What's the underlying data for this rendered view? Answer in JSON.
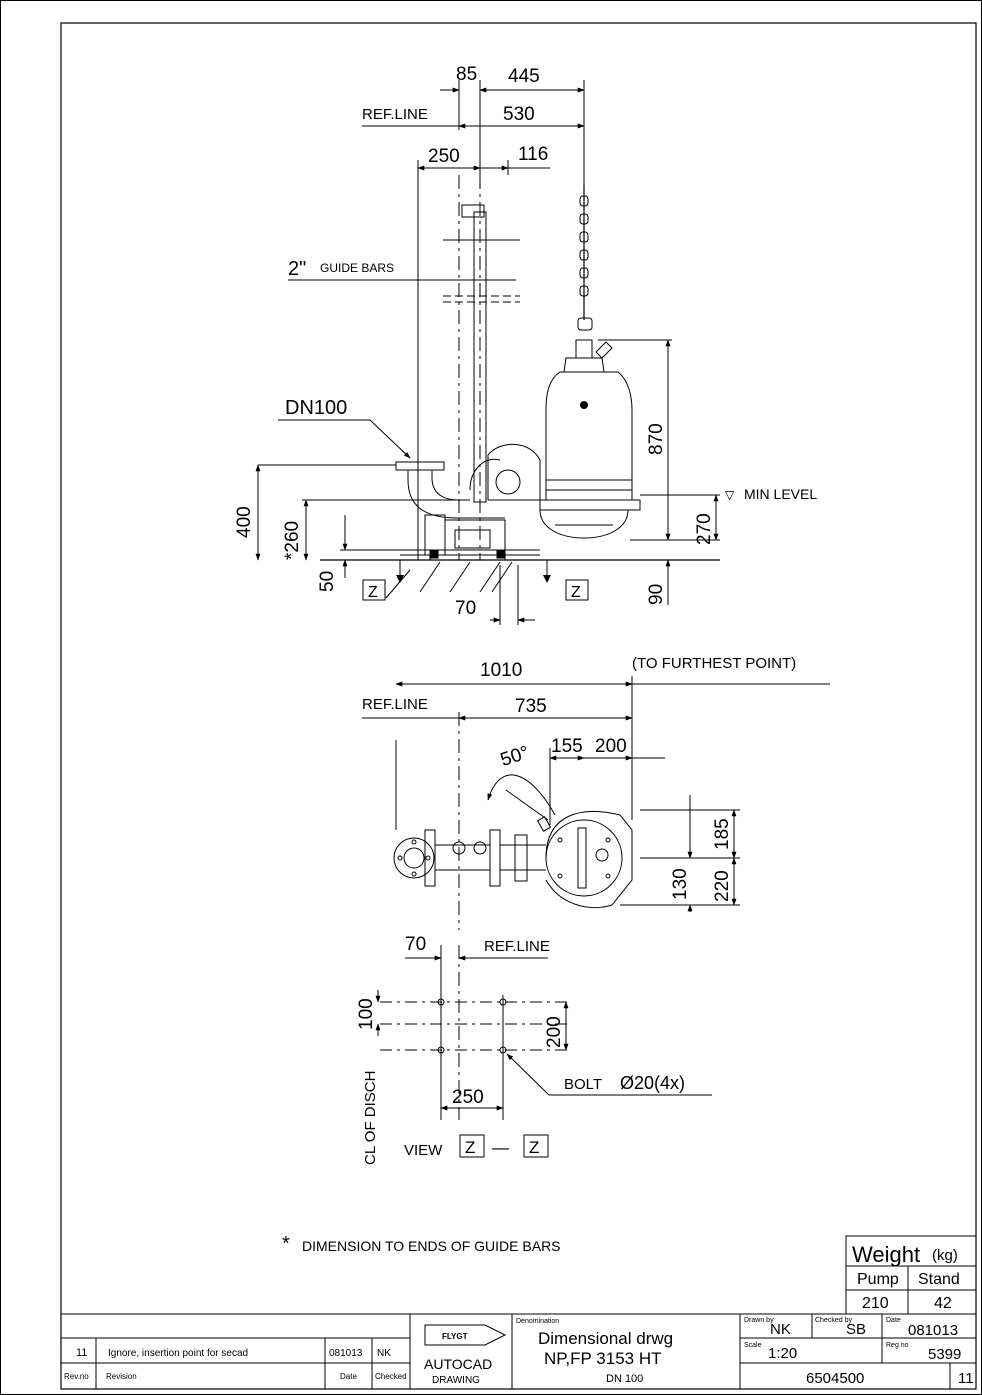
{
  "elevation": {
    "dims": {
      "d85": "85",
      "d445": "445",
      "d530": "530",
      "d250": "250",
      "d116": "116",
      "d870": "870",
      "d400": "400",
      "d260": "*260",
      "d270": "270",
      "d50": "50",
      "d90": "90",
      "d70": "70"
    },
    "labels": {
      "ref_line": "REF.LINE",
      "guide_size": "2\"",
      "guide_bars": "GUIDE BARS",
      "dn": "DN100",
      "min_symbol": "▽",
      "min_level": "MIN LEVEL",
      "view_z1": "Z",
      "view_z2": "Z"
    }
  },
  "plan": {
    "dims": {
      "d1010": "1010",
      "d735": "735",
      "d50deg": "50°",
      "d155": "155",
      "d200": "200",
      "d185": "185",
      "d220": "220",
      "d130": "130"
    },
    "labels": {
      "ref_line": "REF.LINE",
      "furthest": "(TO FURTHEST POINT)"
    }
  },
  "view_z": {
    "dims": {
      "d70": "70",
      "d100": "100",
      "d200": "200",
      "d250": "250"
    },
    "labels": {
      "ref_line": "REF.LINE",
      "bolt": "BOLT",
      "bolt_size": "Ø20(4x)",
      "cl_disch": "CL OF DISCH",
      "view": "VIEW",
      "z_left": "Z",
      "dash": "—",
      "z_right": "Z"
    }
  },
  "note": {
    "star": "*",
    "text": "DIMENSION TO ENDS OF GUIDE BARS"
  },
  "weight": {
    "title": "Weight",
    "unit": "(kg)",
    "pump_label": "Pump",
    "stand_label": "Stand",
    "pump": "210",
    "stand": "42"
  },
  "title_block": {
    "rev_no": "11",
    "revision": "Ignore, insertion point for secad",
    "rev_date": "081013",
    "rev_checked": "NK",
    "col_rev_no": "Rev.no",
    "col_revision": "Revision",
    "col_date": "Date",
    "col_checked": "Checked",
    "logo": "FLYGT",
    "autocad": "AUTOCAD",
    "drawing": "DRAWING",
    "denomination_label": "Denomination",
    "denom_line1": "Dimensional drwg",
    "denom_line2": "NP,FP 3153 HT",
    "denom_line3": "DN 100",
    "drawn_by_label": "Drawn by",
    "drawn_by": "NK",
    "checked_by_label": "Checked by",
    "checked_by": "SB",
    "date_label": "Date",
    "date": "081013",
    "scale_label": "Scale",
    "scale": "1:20",
    "regno_label": "Reg no",
    "regno": "5399",
    "drawing_no": "6504500",
    "sheet_rev": "11"
  }
}
